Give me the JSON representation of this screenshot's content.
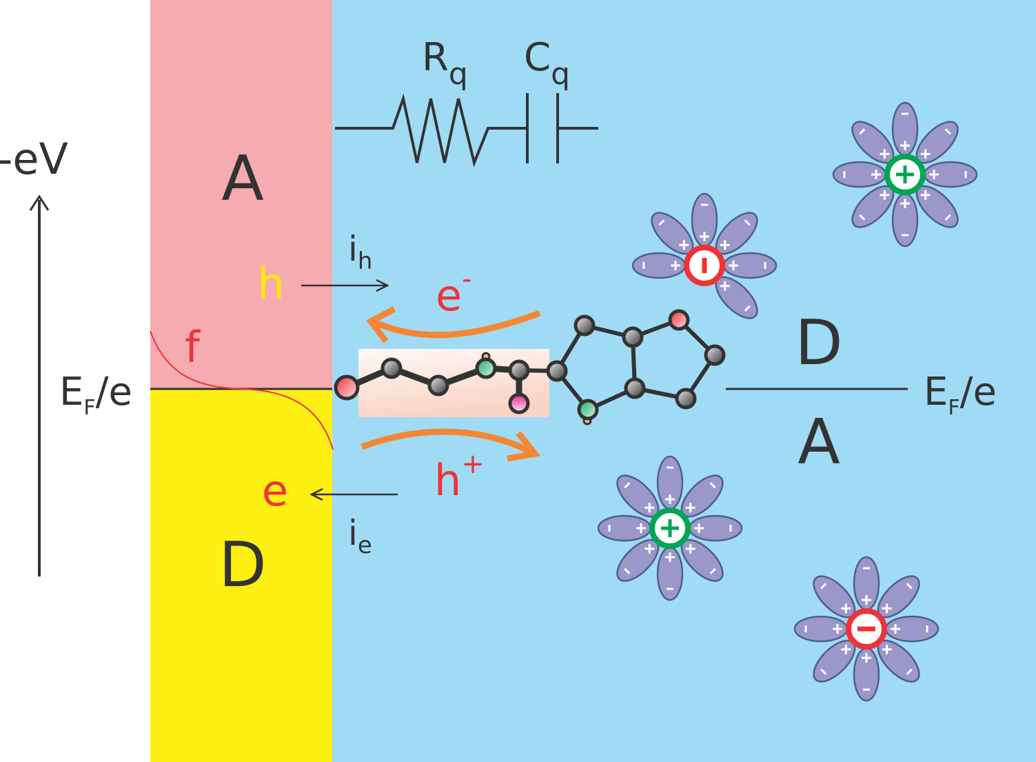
{
  "axis": {
    "label": "-eV"
  },
  "fermi_left": {
    "main": "E",
    "sub": "F",
    "tail": "/e"
  },
  "fermi_right": {
    "main": "E",
    "sub": "F",
    "tail": "/e"
  },
  "electrode": {
    "top_label": "A",
    "bottom_label": "D",
    "hole_label": "h",
    "fermi_fn_label": "f",
    "electron_label": "e"
  },
  "circuit": {
    "resistor": "R",
    "resistor_sub": "q",
    "capacitor": "C",
    "capacitor_sub": "q"
  },
  "currents": {
    "hole": "i",
    "hole_sub": "h",
    "electron": "i",
    "electron_sub": "e"
  },
  "transfer": {
    "electron": "e",
    "electron_sup": "-",
    "hole": "h",
    "hole_sup": "+"
  },
  "solution": {
    "top_label": "D",
    "bottom_label": "A"
  },
  "colors": {
    "acceptor_band": "#f5abb0",
    "donor_band": "#fff014",
    "electrolyte": "#a0dbf5",
    "arrow": "#f58634",
    "red_text": "#ee3338",
    "petal": "#9b97c9",
    "cation_ring": "#00a651",
    "anion_ring": "#ee3338"
  },
  "ions": [
    {
      "charge": "negative",
      "petal_count": 6
    },
    {
      "charge": "positive",
      "petal_count": 8
    },
    {
      "charge": "positive",
      "petal_count": 8
    },
    {
      "charge": "negative",
      "petal_count": 8
    }
  ]
}
